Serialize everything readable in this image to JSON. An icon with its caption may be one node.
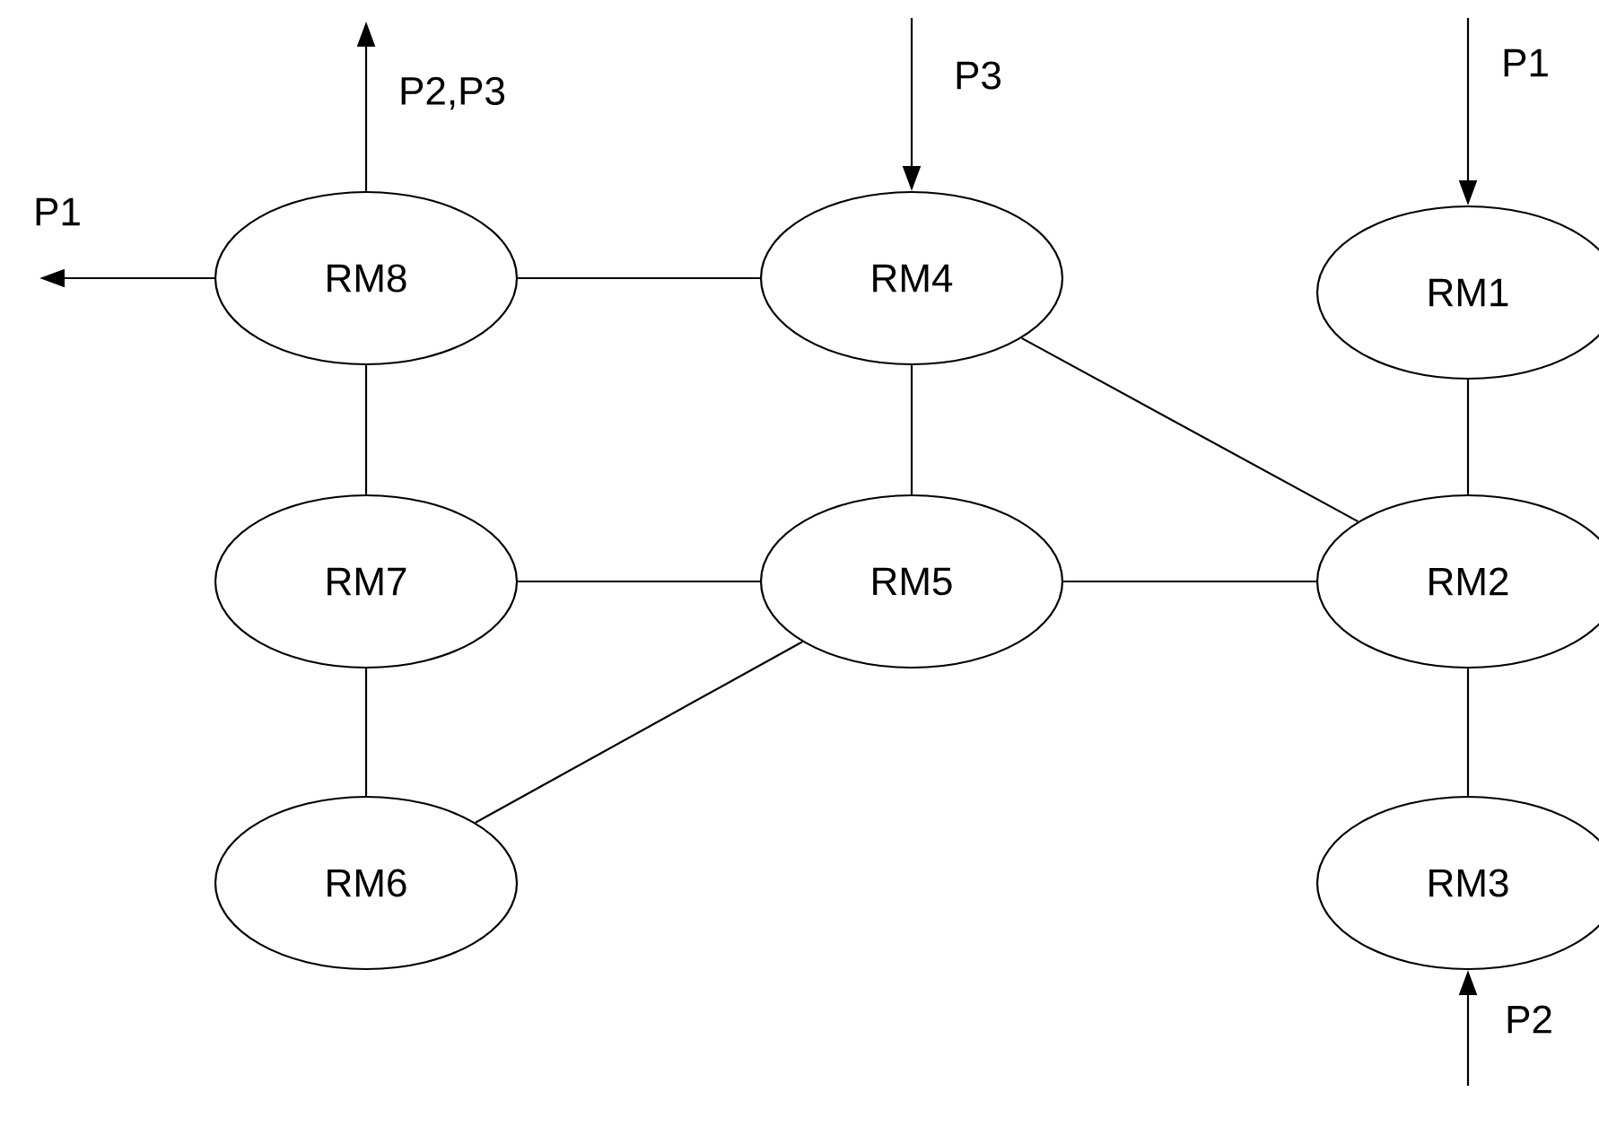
{
  "diagram": {
    "nodes": [
      {
        "text": [
          "RM8"
        ]
      },
      {
        "text": [
          "RM4"
        ]
      },
      {
        "text": [
          "RM1"
        ]
      },
      {
        "text": [
          "RM7"
        ]
      },
      {
        "text": [
          "RM5"
        ]
      },
      {
        "text": [
          "RM2"
        ]
      },
      {
        "text": [
          "RM6"
        ]
      },
      {
        "text": [
          "RM3"
        ]
      }
    ],
    "edges": [
      {
        "from": 0,
        "to": null,
        "arrow": "to",
        "label": "P1"
      },
      {
        "from": 0,
        "to": null,
        "arrow": "to",
        "label": "P2,P3"
      },
      {
        "from": null,
        "to": 1,
        "arrow": "to",
        "label": "P3"
      },
      {
        "from": null,
        "to": 2,
        "arrow": "to",
        "label": "P1"
      },
      {
        "from": 0,
        "to": 1,
        "arrow": "none"
      },
      {
        "from": 0,
        "to": 3,
        "arrow": "none"
      },
      {
        "from": 1,
        "to": 4,
        "arrow": "none"
      },
      {
        "from": 1,
        "to": 5,
        "arrow": "none"
      },
      {
        "from": 2,
        "to": 5,
        "arrow": "none"
      },
      {
        "from": 3,
        "to": 4,
        "arrow": "none"
      },
      {
        "from": 4,
        "to": 5,
        "arrow": "none"
      },
      {
        "from": 3,
        "to": 6,
        "arrow": "none"
      },
      {
        "from": 6,
        "to": 4,
        "arrow": "none"
      },
      {
        "from": 5,
        "to": 7,
        "arrow": "none"
      },
      {
        "from": null,
        "to": 7,
        "arrow": "to",
        "label": "P2"
      }
    ]
  }
}
